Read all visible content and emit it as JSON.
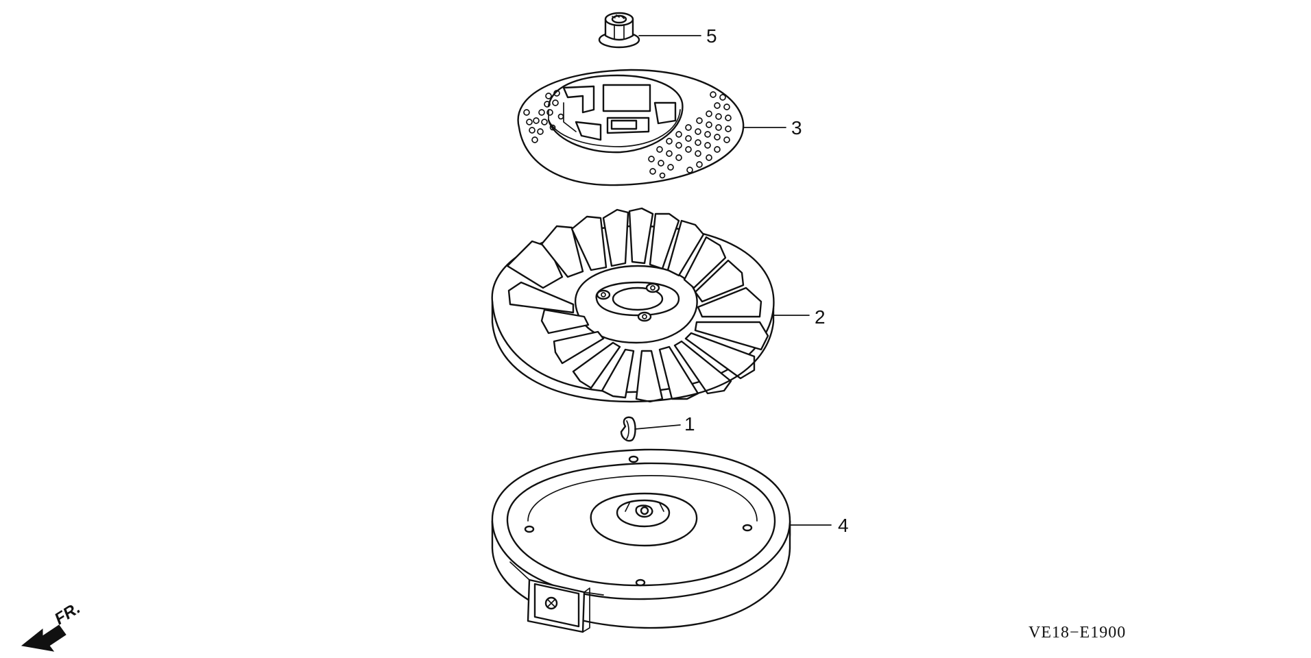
{
  "callouts": [
    {
      "part": "key",
      "number": "1"
    },
    {
      "part": "fan",
      "number": "2"
    },
    {
      "part": "fan-cover-plate",
      "number": "3"
    },
    {
      "part": "flywheel",
      "number": "4"
    },
    {
      "part": "flange-nut",
      "number": "5"
    }
  ],
  "direction_marker": {
    "label": "FR.",
    "icon": "front-direction-arrow-icon"
  },
  "diagram_code": "VE18−E1900",
  "colors": {
    "line": "#111111",
    "background": "#ffffff"
  }
}
